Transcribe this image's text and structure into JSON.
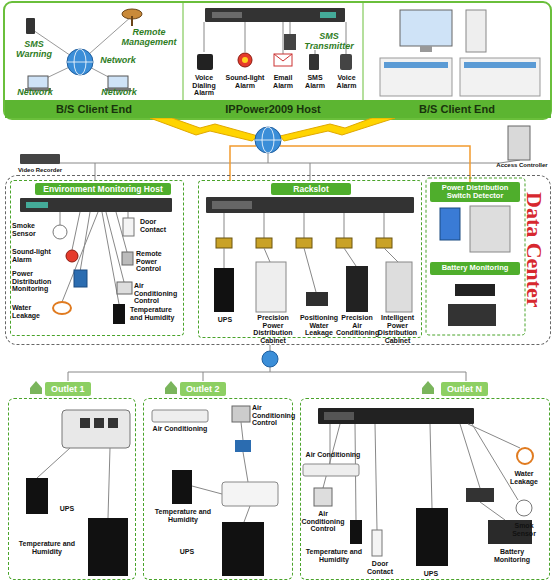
{
  "diagram": {
    "nodes": [
      {
        "text": [
          "B/S Client End"
        ]
      },
      {
        "text": [
          "SMS Warning"
        ],
        "in": 0
      },
      {
        "text": [
          "Remote Management"
        ],
        "in": 0
      },
      {
        "text": [
          "Network"
        ],
        "in": 0
      },
      {
        "text": [
          "Network"
        ],
        "in": 0
      },
      {
        "text": [
          "Network"
        ],
        "in": 0
      },
      {
        "text": [
          "IPPower2009 Host"
        ]
      },
      {
        "text": [
          "SMS Transmitter"
        ],
        "in": 6
      },
      {
        "text": [
          "Voice Dialing Alarm"
        ],
        "in": 6
      },
      {
        "text": [
          "Sound-light Alarm"
        ],
        "in": 6
      },
      {
        "text": [
          "Email Alarm"
        ],
        "in": 6
      },
      {
        "text": [
          "SMS Alarm"
        ],
        "in": 6
      },
      {
        "text": [
          "Voice Alarm"
        ],
        "in": 6
      },
      {
        "text": [
          "B/S Client End"
        ]
      },
      {
        "text": [
          "Video Recorder"
        ]
      },
      {
        "text": [
          "Access Controller"
        ]
      },
      {
        "text": [
          "Data Center"
        ]
      },
      {
        "text": [
          "Environment Monitoring Host"
        ],
        "in": 16
      },
      {
        "text": [
          "Smoke Sensor"
        ],
        "in": 17
      },
      {
        "text": [
          "Door Contact"
        ],
        "in": 17
      },
      {
        "text": [
          "Sound-light Alarm"
        ],
        "in": 17
      },
      {
        "text": [
          "Remote Power Control"
        ],
        "in": 17
      },
      {
        "text": [
          "Power Distribution Monitoring"
        ],
        "in": 17
      },
      {
        "text": [
          "Air Conditioning Control"
        ],
        "in": 17
      },
      {
        "text": [
          "Water Leakage"
        ],
        "in": 17
      },
      {
        "text": [
          "Temperature and Humidity"
        ],
        "in": 17
      },
      {
        "text": [
          "Rackslot"
        ],
        "in": 16
      },
      {
        "text": [
          "UPS"
        ],
        "in": 26
      },
      {
        "text": [
          "Precision Power Distribution Cabinet"
        ],
        "in": 26
      },
      {
        "text": [
          "Positioning Water Leakage"
        ],
        "in": 26
      },
      {
        "text": [
          "Precision Air Conditioning"
        ],
        "in": 26
      },
      {
        "text": [
          "Intelligent Power Distribution Cabinet"
        ],
        "in": 26
      },
      {
        "text": [
          "Power Distribution Switch Detector"
        ],
        "in": 16
      },
      {
        "text": [
          "Battery Monitoring"
        ],
        "in": 16
      },
      {
        "text": [
          "Outlet 1"
        ]
      },
      {
        "text": [
          "Temperature and Humidity"
        ],
        "in": 34
      },
      {
        "text": [
          "UPS"
        ],
        "in": 34
      },
      {
        "text": [
          "Outlet 2"
        ]
      },
      {
        "text": [
          "Air Conditioning"
        ],
        "in": 37
      },
      {
        "text": [
          "Air Conditioning Control"
        ],
        "in": 37
      },
      {
        "text": [
          "Temperature and Humidity"
        ],
        "in": 37
      },
      {
        "text": [
          "UPS"
        ],
        "in": 37
      },
      {
        "text": [
          "Outlet N"
        ]
      },
      {
        "text": [
          "Air Conditioning"
        ],
        "in": 42
      },
      {
        "text": [
          "Water Leakage"
        ],
        "in": 42
      },
      {
        "text": [
          "Smok Sensor"
        ],
        "in": 42
      },
      {
        "text": [
          "Air Conditioning Control"
        ],
        "in": 42
      },
      {
        "text": [
          "Temperature and Humidity"
        ],
        "in": 42
      },
      {
        "text": [
          "Door Contact"
        ],
        "in": 42
      },
      {
        "text": [
          "UPS"
        ],
        "in": 42
      },
      {
        "text": [
          "Battery Monitoring"
        ],
        "in": 42
      }
    ]
  }
}
